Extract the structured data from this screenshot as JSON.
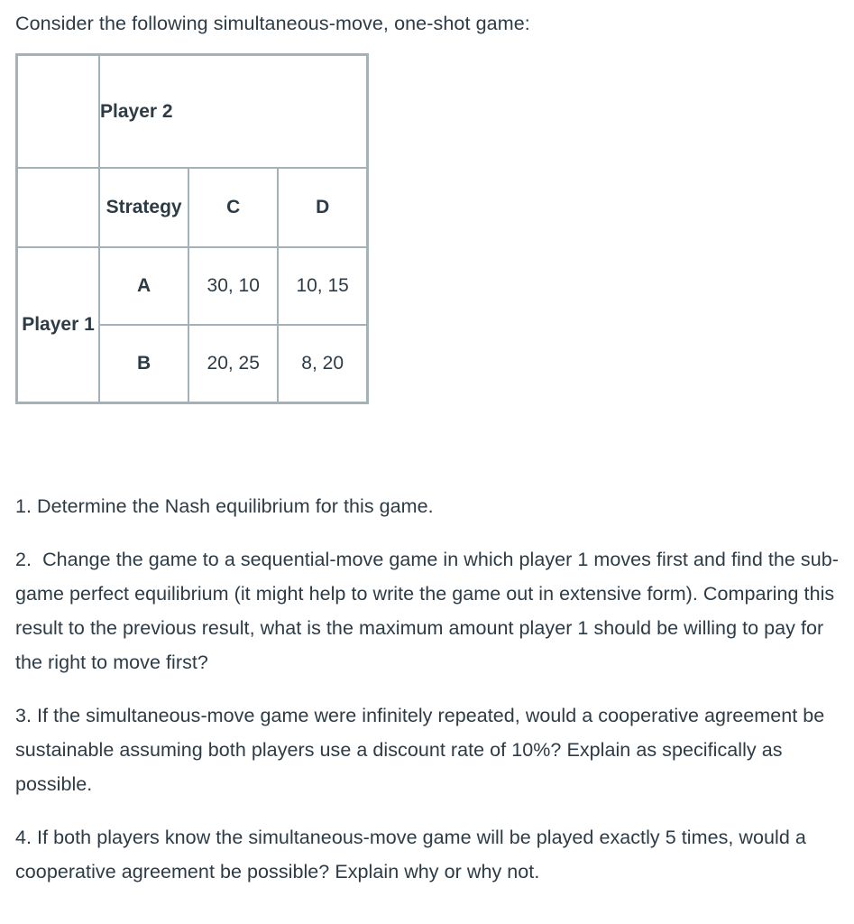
{
  "intro": "Consider the following simultaneous-move, one-shot game:",
  "matrix": {
    "player2_label": "Player 2",
    "player1_label": "Player 1",
    "strategy_label": "Strategy",
    "column_headers": [
      "C",
      "D"
    ],
    "row_headers": [
      "A",
      "B"
    ],
    "payoffs": [
      [
        "30, 10",
        "10, 15"
      ],
      [
        "20, 25",
        "8, 20"
      ]
    ],
    "border_color": "#a3b2b6",
    "text_color": "#2d3b45"
  },
  "questions": [
    "1. Determine the Nash equilibrium for this game.",
    "2.  Change the game to a sequential-move game in which player 1 moves first and find the sub-game perfect equilibrium (it might help to write the game out in extensive form). Comparing this result to the previous result, what is the maximum amount player 1 should be willing to pay for the right to move first?",
    "3. If the simultaneous-move game were infinitely repeated, would a cooperative agreement be sustainable assuming both players use a discount rate of 10%? Explain as specifically as possible.",
    "4. If both players know the simultaneous-move game will be played exactly 5 times, would a cooperative agreement be possible? Explain why or why not."
  ]
}
